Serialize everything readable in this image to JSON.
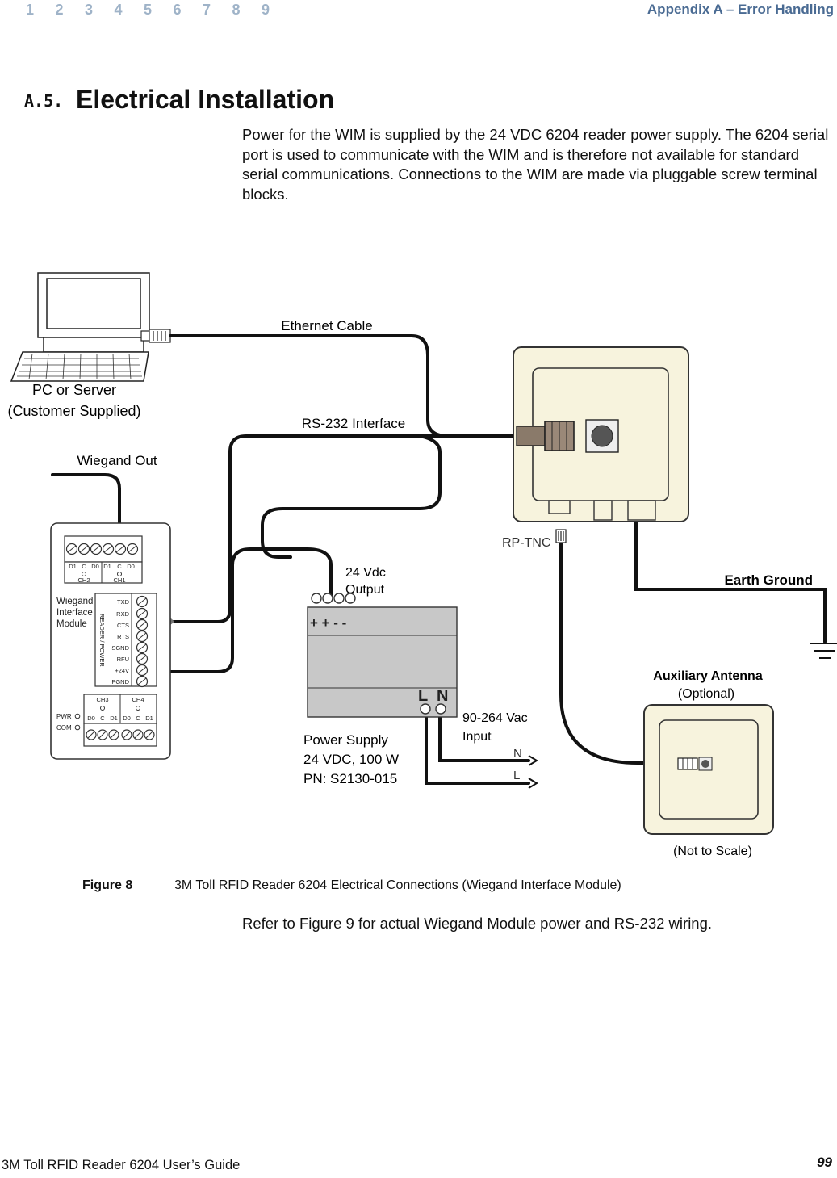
{
  "header": {
    "chapter_numbers": [
      "1",
      "2",
      "3",
      "4",
      "5",
      "6",
      "7",
      "8",
      "9"
    ],
    "section_label": "Appendix A – Error Handling"
  },
  "section": {
    "number": "A.5.",
    "title": "Electrical Installation",
    "intro": "Power for the WIM is supplied by the 24 VDC 6204 reader power supply. The 6204 serial port is used to communicate with the WIM and is therefore not available for standard serial communications. Connections to the WIM are made via pluggable screw terminal blocks."
  },
  "diagram": {
    "pc_label_1": "PC or Server",
    "pc_label_2": "(Customer Supplied)",
    "ethernet_label": "Ethernet Cable",
    "rs232_label": "RS-232 Interface",
    "wiegand_out_label": "Wiegand Out",
    "module_label_1": "Wiegand",
    "module_label_2": "Interface",
    "module_label_3": "Module",
    "reader_power_label": "READER / POWER",
    "terminal_pins": [
      "TXD",
      "RXD",
      "CTS",
      "RTS",
      "SGND",
      "RFU",
      "+24V",
      "PGND"
    ],
    "top_terminals": [
      "D1",
      "C",
      "D0",
      "D1",
      "C",
      "D0"
    ],
    "ch2": "CH2",
    "ch1": "CH1",
    "ch3": "CH3",
    "ch4": "CH4",
    "bottom_terminals": [
      "D0",
      "C",
      "D1",
      "D0",
      "C",
      "D1"
    ],
    "pwr": "PWR",
    "com": "COM",
    "output_label_1": "24 Vdc",
    "output_label_2": "Output",
    "psu_polarity": "+ + - -",
    "psu_ln": "L  N",
    "psu_label_1": "Power Supply",
    "psu_label_2": "24 VDC, 100 W",
    "psu_label_3": "PN: S2130-015",
    "input_label_1": "90-264 Vac",
    "input_label_2": "Input",
    "n_label": "N",
    "l_label": "L",
    "rptnc_label": "RP-TNC",
    "earth_label": "Earth Ground",
    "aux_label_1": "Auxiliary Antenna",
    "aux_label_2": "(Optional)",
    "scale_label": "(Not to Scale)"
  },
  "figure": {
    "label": "Figure 8",
    "caption": "3M Toll RFID Reader 6204 Electrical Connections (Wiegand Interface Module)"
  },
  "refer_text": "Refer to Figure 9 for actual Wiegand Module power and RS-232 wiring.",
  "footer": {
    "guide_title": "3M Toll RFID Reader 6204 User’s Guide",
    "page_number": "99"
  }
}
